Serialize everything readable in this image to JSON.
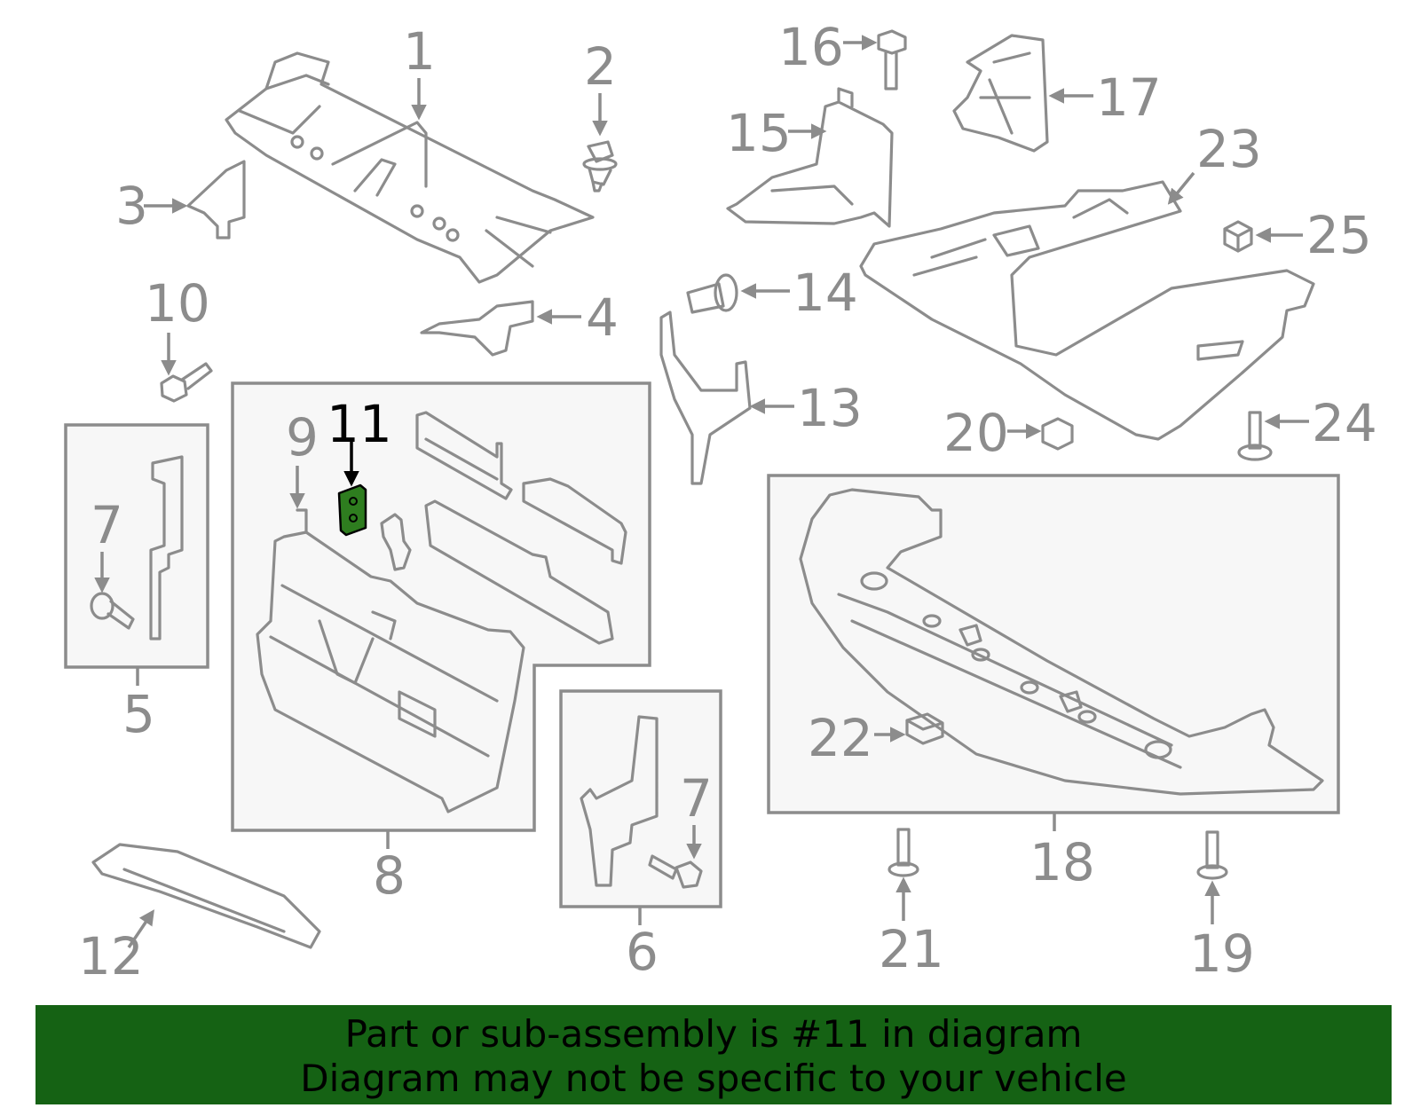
{
  "callouts": {
    "c1": "1",
    "c2": "2",
    "c3": "3",
    "c4": "4",
    "c5": "5",
    "c6": "6",
    "c7a": "7",
    "c7b": "7",
    "c8": "8",
    "c9": "9",
    "c10": "10",
    "c11": "11",
    "c12": "12",
    "c13": "13",
    "c14": "14",
    "c15": "15",
    "c16": "16",
    "c17": "17",
    "c18": "18",
    "c19": "19",
    "c20": "20",
    "c21": "21",
    "c22": "22",
    "c23": "23",
    "c24": "24",
    "c25": "25"
  },
  "highlight_part": "11",
  "colors": {
    "line": "#8c8c8c",
    "highlight_fill": "#2e7d1f",
    "banner_bg": "#156214",
    "banner_text": "#000000",
    "box_fill": "#f7f7f7"
  },
  "banner": {
    "line1": "Part or sub-assembly is #11 in diagram",
    "line2": "Diagram may not be specific to your vehicle"
  }
}
